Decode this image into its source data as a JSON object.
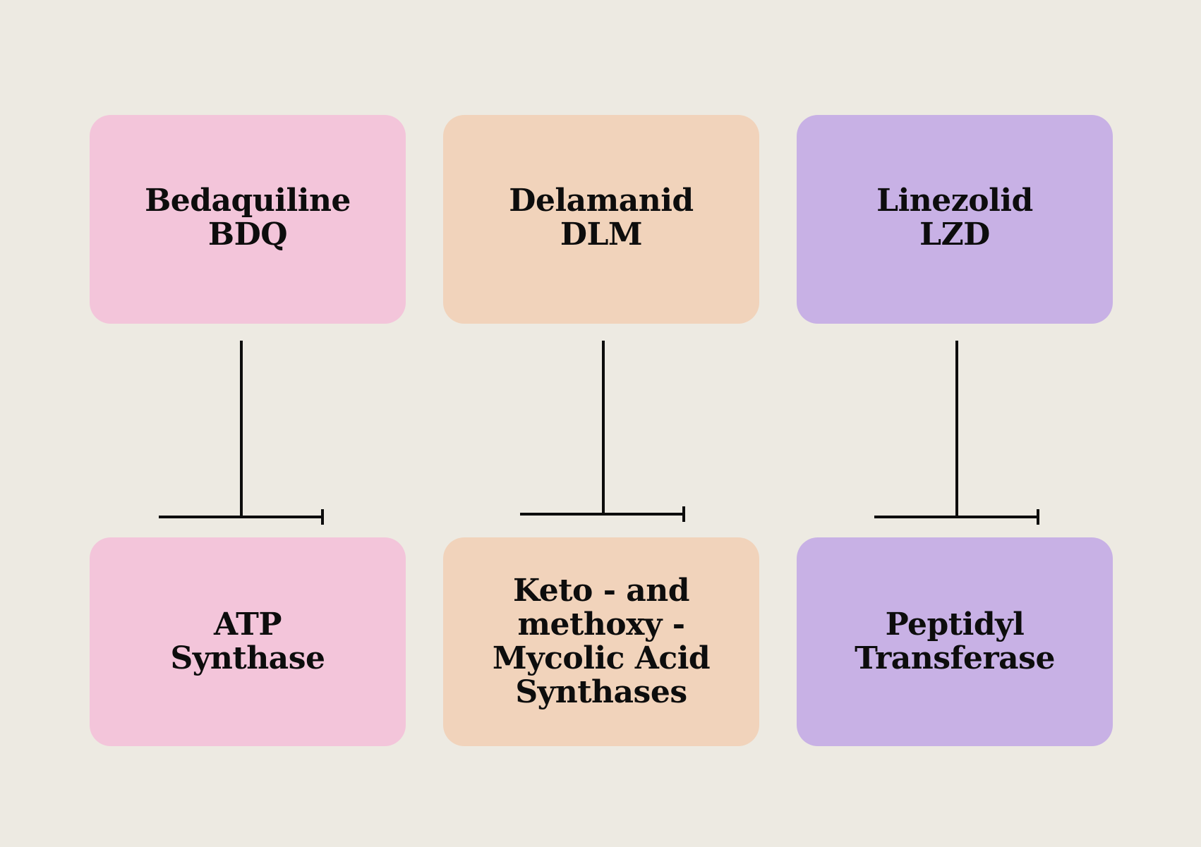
{
  "colors": {
    "background": "#edeae2",
    "pink": "#f3c5da",
    "peach": "#f1d3bb",
    "lavender": "#c8b1e5",
    "line": "#0d0d0d"
  },
  "drugs": [
    {
      "lines": [
        "Bedaquiline",
        "BDQ"
      ],
      "color": "pink"
    },
    {
      "lines": [
        "Delamanid",
        "DLM"
      ],
      "color": "peach"
    },
    {
      "lines": [
        "Linezolid",
        "LZD"
      ],
      "color": "lavender"
    }
  ],
  "targets": [
    {
      "lines": [
        "ATP",
        "Synthase"
      ],
      "color": "pink"
    },
    {
      "lines": [
        "Keto - and",
        "methoxy -",
        "Mycolic Acid",
        "Synthases"
      ],
      "color": "peach"
    },
    {
      "lines": [
        "Peptidyl",
        "Transferase"
      ],
      "color": "lavender"
    }
  ]
}
